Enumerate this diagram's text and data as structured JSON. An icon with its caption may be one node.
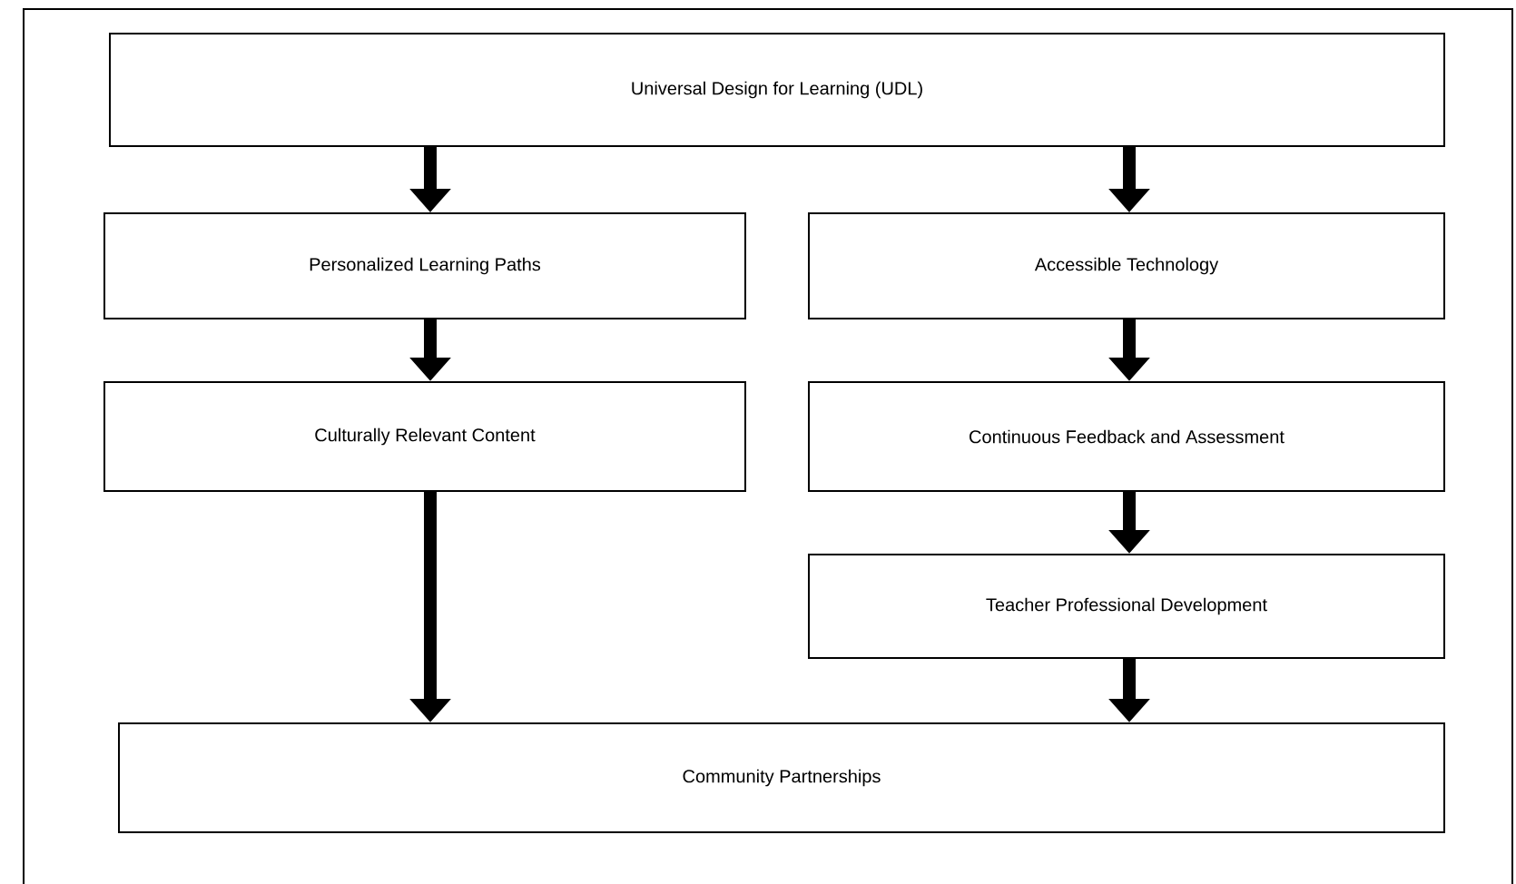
{
  "diagram": {
    "nodes": [
      {
        "text": [
          "Universal Design for Learning (UDL)"
        ]
      },
      {
        "text": [
          "Personalized Learning Paths"
        ]
      },
      {
        "text": [
          "Accessible Technology"
        ]
      },
      {
        "text": [
          "Culturally Relevant Content"
        ]
      },
      {
        "text": [
          "Continuous Feedback and Assessment"
        ]
      },
      {
        "text": [
          "Teacher Professional Development"
        ]
      },
      {
        "text": [
          "Community Partnerships"
        ]
      }
    ],
    "edges": [
      {
        "from": 0,
        "to": 1,
        "arrow": "to"
      },
      {
        "from": 0,
        "to": 2,
        "arrow": "to"
      },
      {
        "from": 1,
        "to": 3,
        "arrow": "to"
      },
      {
        "from": 2,
        "to": 4,
        "arrow": "to"
      },
      {
        "from": 4,
        "to": 5,
        "arrow": "to"
      },
      {
        "from": 3,
        "to": 6,
        "arrow": "to"
      },
      {
        "from": 5,
        "to": 6,
        "arrow": "to"
      }
    ]
  }
}
